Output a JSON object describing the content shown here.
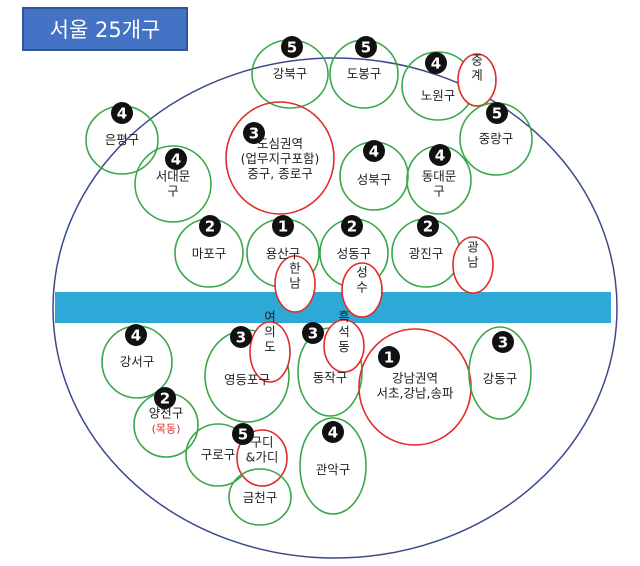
{
  "title": "서울 25개구",
  "regions": [
    {
      "id": "gangbuk",
      "name": "강북구",
      "rank": "5",
      "color": "green"
    },
    {
      "id": "dobong",
      "name": "도봉구",
      "rank": "5",
      "color": "green"
    },
    {
      "id": "nowon",
      "name": "노원구",
      "rank": "4",
      "color": "green"
    },
    {
      "id": "junggye",
      "name": "중계",
      "color": "red"
    },
    {
      "id": "jungnang",
      "name": "중랑구",
      "rank": "5",
      "color": "green"
    },
    {
      "id": "eunpyeong",
      "name": "은평구",
      "rank": "4",
      "color": "green"
    },
    {
      "id": "cbd",
      "name": "도심권역 (업무지구포함) 중구, 종로구",
      "rank": "3",
      "color": "red"
    },
    {
      "id": "seodaemun",
      "name": "서대문구",
      "rank": "4",
      "color": "green"
    },
    {
      "id": "seongbuk",
      "name": "성북구",
      "rank": "4",
      "color": "green"
    },
    {
      "id": "dongdaemun",
      "name": "동대문구",
      "rank": "4",
      "color": "green"
    },
    {
      "id": "mapo",
      "name": "마포구",
      "rank": "2",
      "color": "green"
    },
    {
      "id": "yongsan",
      "name": "용산구",
      "rank": "1",
      "color": "green"
    },
    {
      "id": "seongdong",
      "name": "성동구",
      "rank": "2",
      "color": "green"
    },
    {
      "id": "gwangjin",
      "name": "광진구",
      "rank": "2",
      "color": "green"
    },
    {
      "id": "hannam",
      "name": "한남",
      "color": "red"
    },
    {
      "id": "seongsu",
      "name": "성수",
      "color": "red"
    },
    {
      "id": "gwangnaru",
      "name": "광남",
      "color": "red"
    },
    {
      "id": "gangseo",
      "name": "강서구",
      "rank": "4",
      "color": "green"
    },
    {
      "id": "yeongdeungpo",
      "name": "영등포구",
      "rank": "3",
      "color": "green"
    },
    {
      "id": "yeouido",
      "name": "여의도",
      "color": "red"
    },
    {
      "id": "dongjak",
      "name": "동작구",
      "rank": "3",
      "color": "green"
    },
    {
      "id": "heukseok",
      "name": "흑석동",
      "color": "red"
    },
    {
      "id": "gangnam",
      "name": "강남권역 서초,강남,송파",
      "rank": "1",
      "color": "red"
    },
    {
      "id": "gangdong",
      "name": "강동구",
      "rank": "3",
      "color": "green"
    },
    {
      "id": "yangcheon",
      "name": "양천구",
      "sub": "(목동)",
      "rank": "2",
      "color": "green"
    },
    {
      "id": "guro",
      "name": "구로구",
      "color": "green"
    },
    {
      "id": "gudi",
      "name": "구디&가디",
      "rank": "5",
      "color": "red"
    },
    {
      "id": "gwanak",
      "name": "관악구",
      "rank": "4",
      "color": "green"
    },
    {
      "id": "geumcheon",
      "name": "금천구",
      "color": "green"
    }
  ],
  "colors": {
    "green": "#3aa84a",
    "red": "#e02b2b",
    "outline": "#3b4a8c",
    "river": "#2ea8d6",
    "title_bg": "#4472c4"
  }
}
